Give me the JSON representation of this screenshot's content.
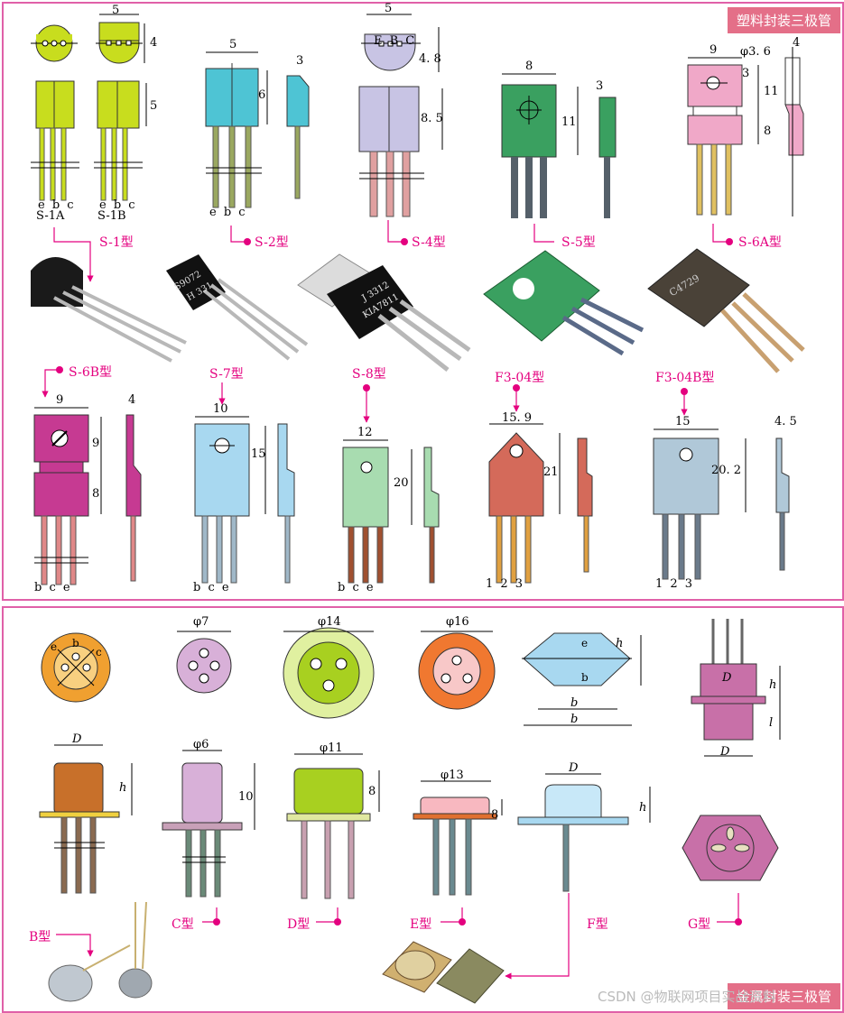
{
  "panel_top": {
    "title": "塑料封装三极管"
  },
  "panel_bottom": {
    "tag": "金属封装三极管"
  },
  "types_top": [
    "S-1型",
    "S-2型",
    "S-4型",
    "S-5型",
    "S-6A型",
    "S-6B型",
    "S-7型",
    "S-8型",
    "F3-04型",
    "F3-04B型"
  ],
  "types_bottom": [
    "B型",
    "C型",
    "D型",
    "E型",
    "F型",
    "G型"
  ],
  "subtypes": [
    "S-1A",
    "S-1B"
  ],
  "dims": {
    "s1_w": "5",
    "s1_h1": "4",
    "s1_h2": "5",
    "s2_w": "5",
    "s2_h": "6",
    "s2_t": "3",
    "s4_w": "5",
    "s4_h1": "4. 8",
    "s4_h2": "8. 5",
    "s5_w": "8",
    "s5_h": "11",
    "s5_t": "3",
    "s6a_w": "9",
    "s6a_d": "φ3. 6",
    "s6a_h1": "3",
    "s6a_h2": "11",
    "s6a_h3": "8",
    "s6a_t": "4",
    "s6b_w": "9",
    "s6b_h1": "9",
    "s6b_h2": "8",
    "s6b_t": "4",
    "s7_w": "10",
    "s7_h": "15",
    "s8_w": "12",
    "s8_h": "20",
    "f304_w": "15. 9",
    "f304_h": "21",
    "f304b_w": "15",
    "f304b_h": "20. 2",
    "f304b_t": "4. 5",
    "c_d": "φ7",
    "d_d": "φ14",
    "e_d": "φ16",
    "f_h": "h",
    "f_b1": "b",
    "f_b2": "b",
    "g_D": "D",
    "g_h": "h",
    "g_l": "l",
    "g_D1": "D",
    "b2_D": "D",
    "b2_h": "h",
    "c2_d": "φ6",
    "c2_h": "10",
    "d2_d": "φ11",
    "d2_h": "8",
    "e2_d": "φ13",
    "e2_h": "8",
    "f2_D": "D",
    "f2_h": "h"
  },
  "pins": {
    "s1a": "e b c",
    "s1b": "e b c",
    "s2": "e b c",
    "s4": "E B C",
    "s6b": "b c e",
    "s7": "b c e",
    "s8": "b c e",
    "f304": "1 2 3",
    "f304b": "1 2 3",
    "can_e": "e",
    "can_b": "b",
    "can_c": "c"
  },
  "markings": [
    "S9072",
    "H 331",
    "J 3312",
    "KIA7811",
    "C4729"
  ],
  "watermark": "CSDN @物联网项目实战资料",
  "colors": {
    "accent": "#e4007f",
    "frame": "#e060a8",
    "yellow_green": "#c8dd1e",
    "cyan": "#4ec4d4",
    "lavender": "#c8c4e4",
    "green": "#3aa060",
    "pink": "#f0a8c8",
    "magenta": "#c63a92",
    "light_blue": "#a8d8f0",
    "light_green": "#a8dcb0",
    "salmon": "#d46a5a",
    "steel": "#b0c8d8",
    "orange": "#f0a030",
    "brown": "#c86a28"
  }
}
